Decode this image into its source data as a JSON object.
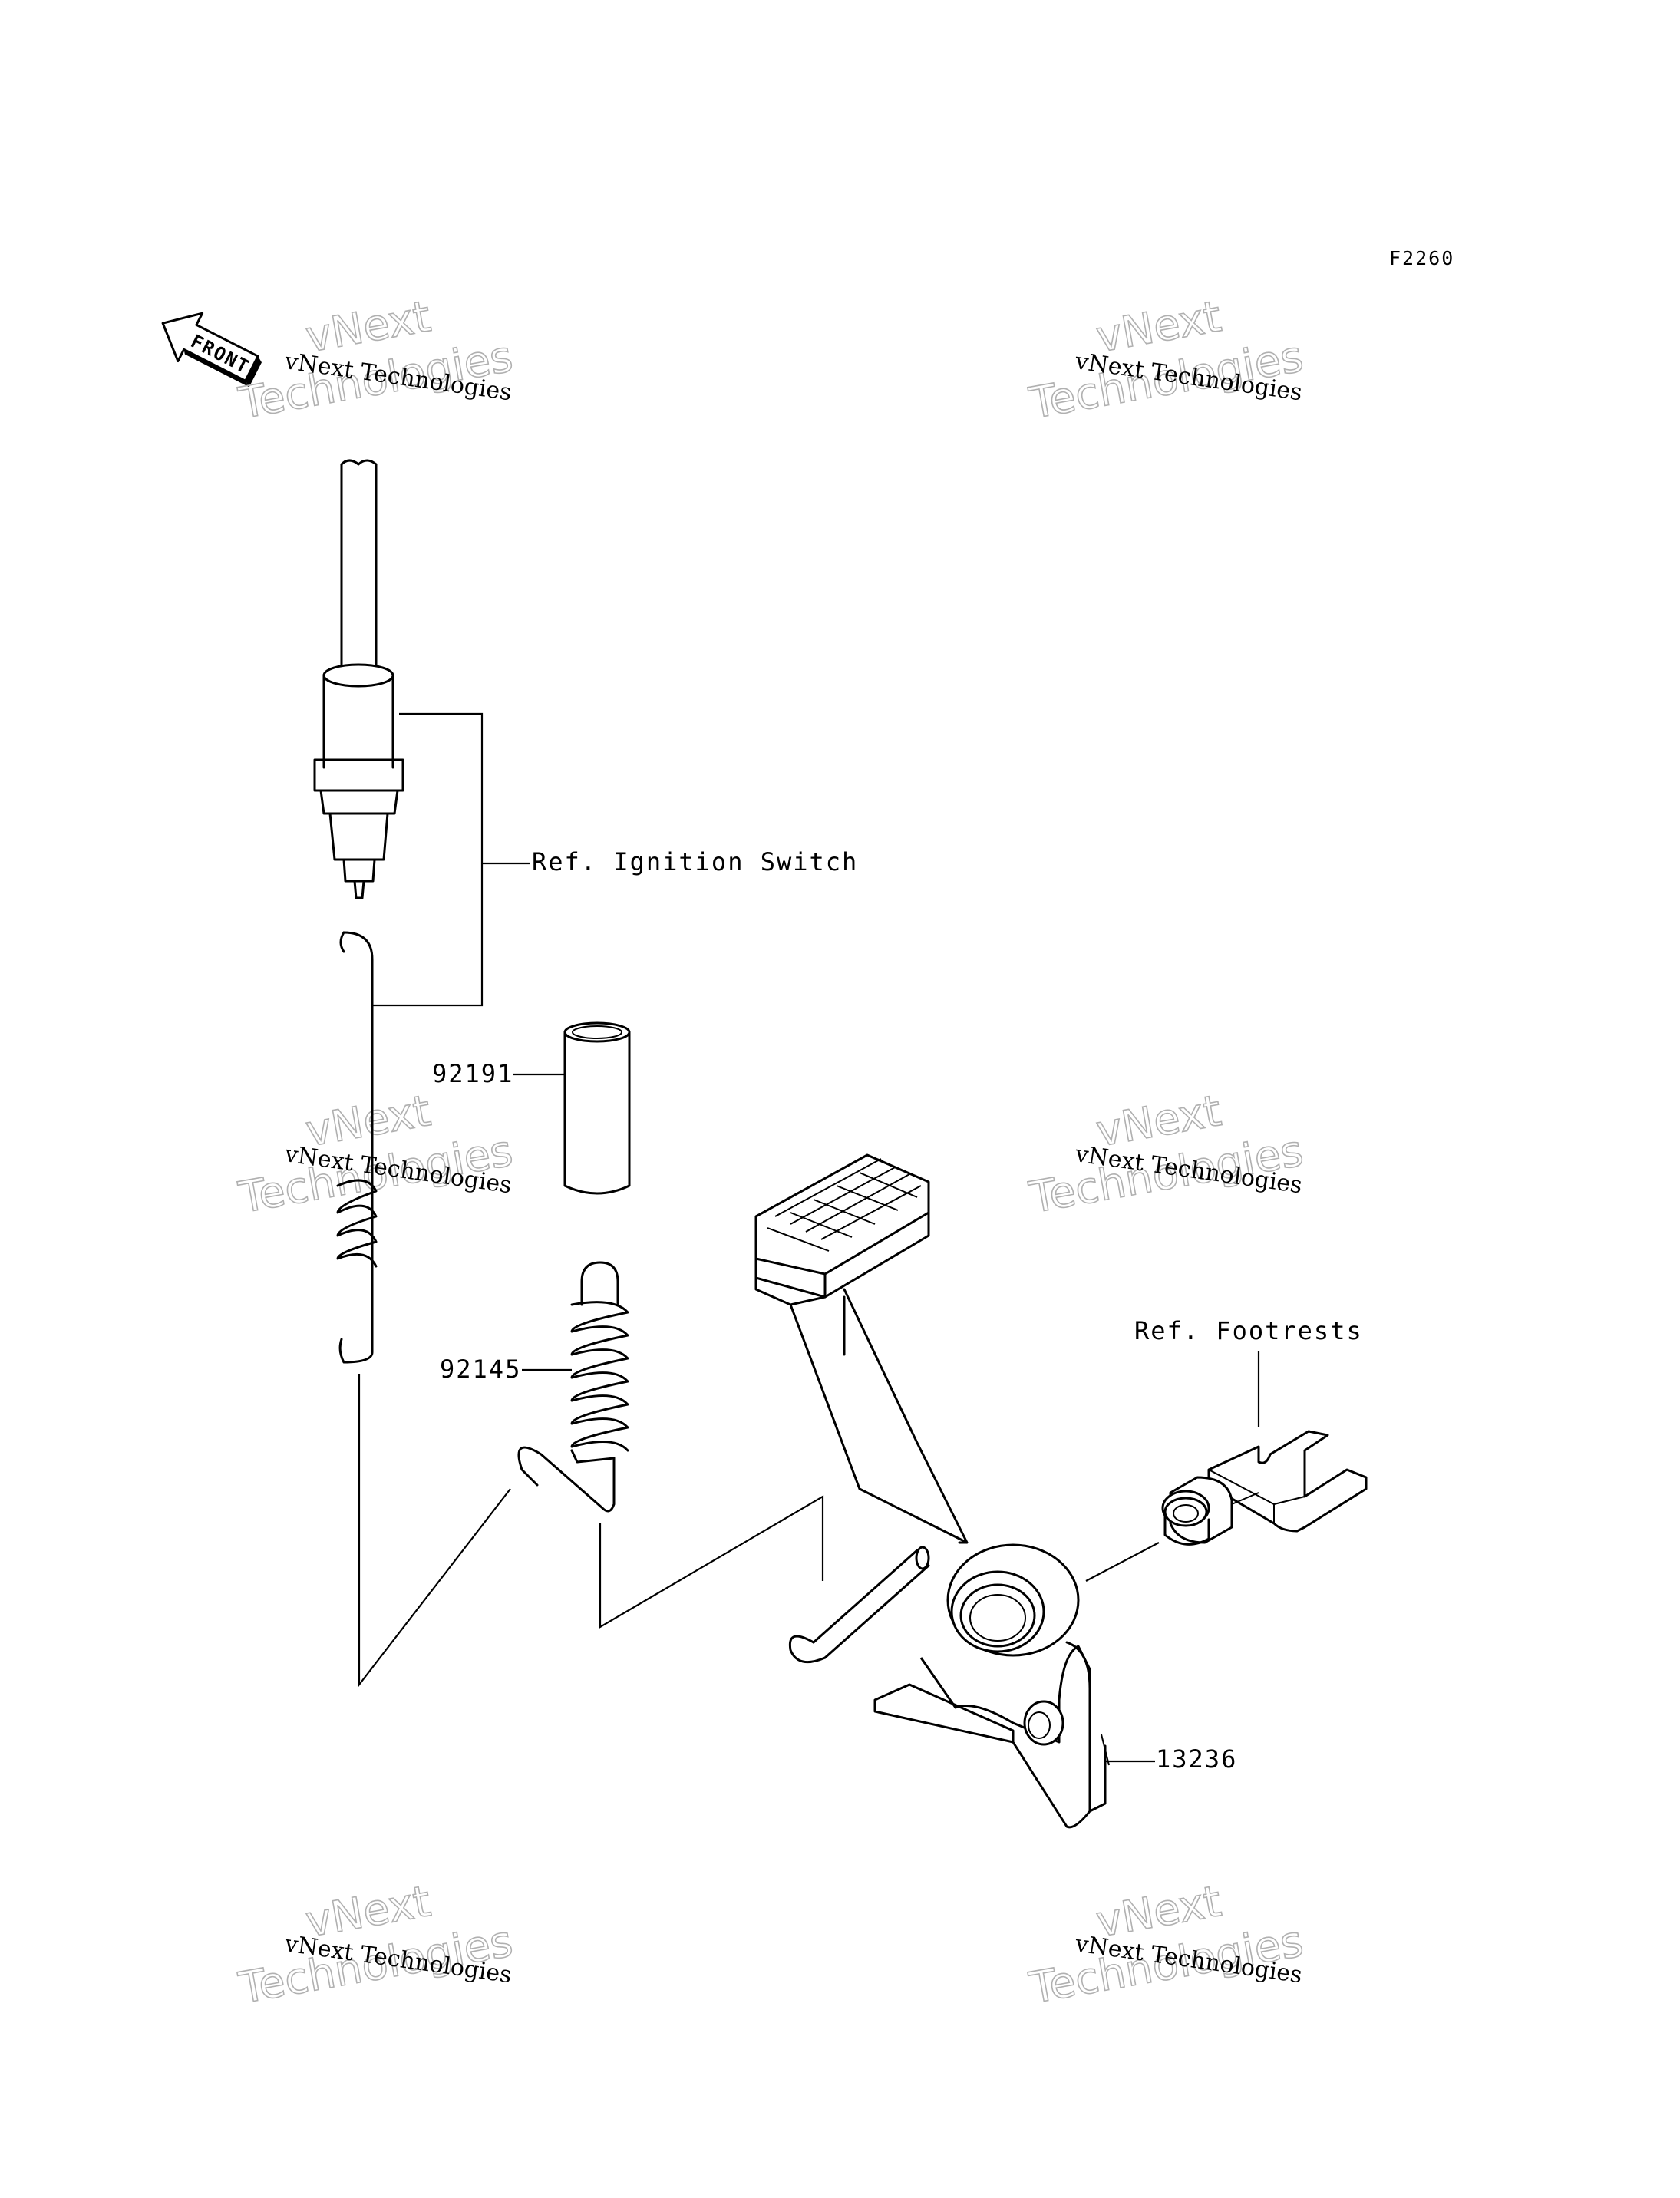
{
  "diagram_code": "F2260",
  "front_label": "FRONT",
  "callouts": {
    "ignition_ref": "Ref. Ignition Switch",
    "part_92191": "92191",
    "part_92145": "92145",
    "footrests_ref": "Ref. Footrests",
    "part_13236": "13236"
  },
  "watermarks": [
    {
      "line": "vNext Technologies",
      "big1": "vNext",
      "big2": "Technologies"
    },
    {
      "line": "vNext Technologies",
      "big1": "vNext",
      "big2": "Technologies"
    },
    {
      "line": "vNext Technologies",
      "big1": "vNext",
      "big2": "Technologies"
    },
    {
      "line": "vNext Technologies",
      "big1": "vNext",
      "big2": "Technologies"
    },
    {
      "line": "vNext Technologies",
      "big1": "vNext",
      "big2": "Technologies"
    },
    {
      "line": "vNext Technologies",
      "big1": "vNext",
      "big2": "Technologies"
    }
  ]
}
